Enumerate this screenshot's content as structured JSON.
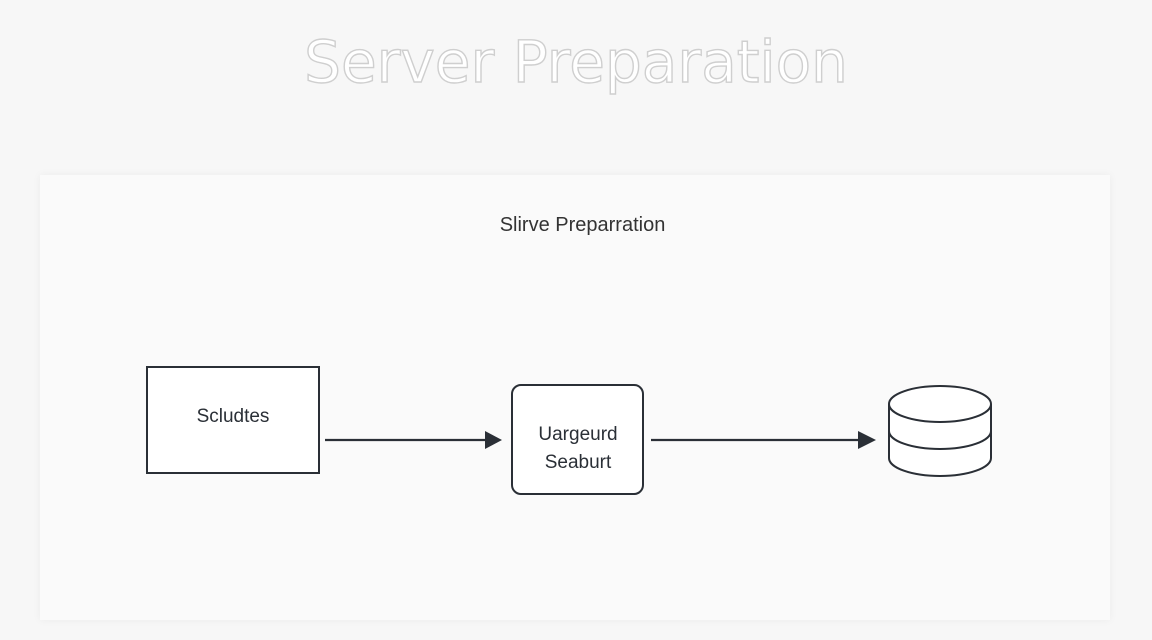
{
  "diagram": {
    "title": "Server Preparation",
    "subtitle": "Slirve Preparration",
    "nodes": [
      {
        "id": "source",
        "shape": "rectangle",
        "lines": [
          "Scludtes"
        ]
      },
      {
        "id": "process",
        "shape": "rounded-rectangle",
        "lines": [
          "Uargeurd",
          "Seaburt"
        ]
      },
      {
        "id": "storage",
        "shape": "database-cylinder",
        "icon": "database-icon",
        "lines": []
      }
    ],
    "edges": [
      {
        "from": "source",
        "to": "process"
      },
      {
        "from": "process",
        "to": "storage"
      }
    ],
    "colors": {
      "stroke": "#2a2f36",
      "background": "#f7f7f7",
      "title_outline": "#cfcfcf"
    }
  }
}
